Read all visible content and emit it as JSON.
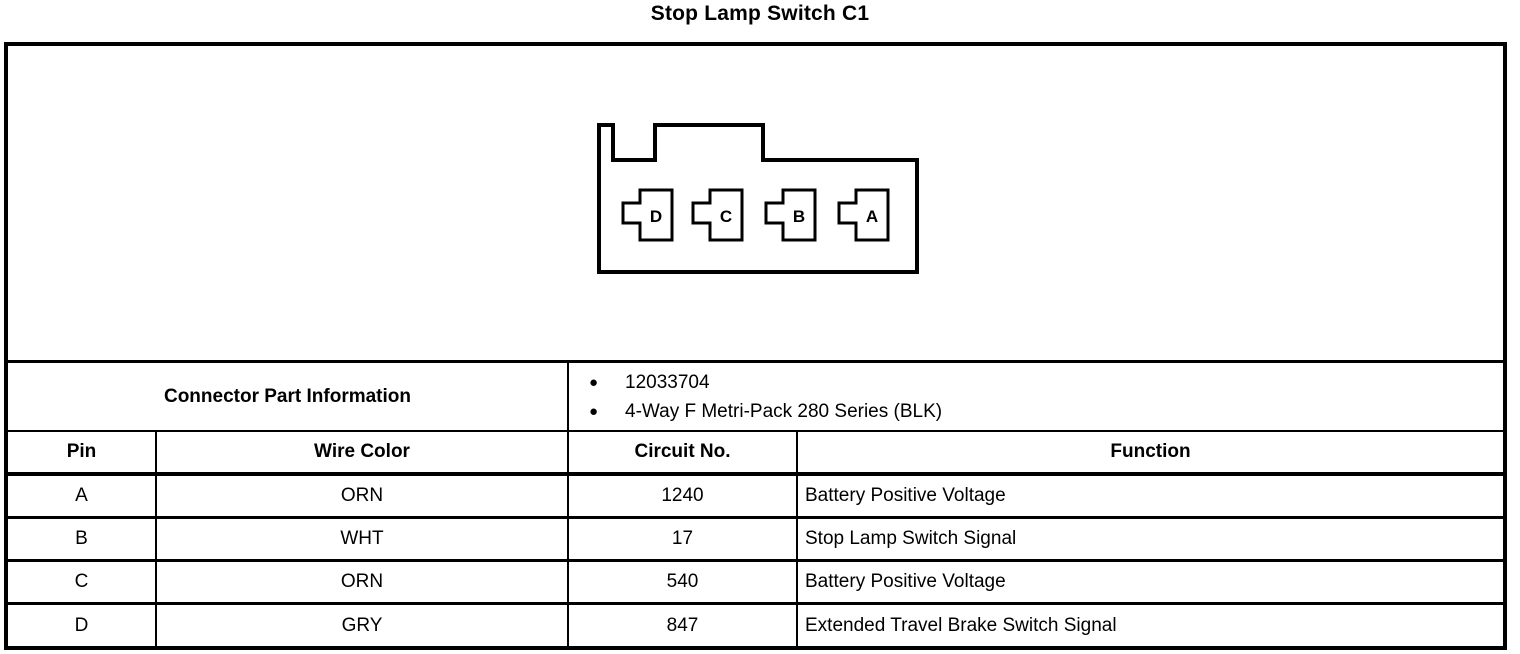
{
  "title": "Stop Lamp Switch C1",
  "connector": {
    "pins": [
      "D",
      "C",
      "B",
      "A"
    ]
  },
  "part_info": {
    "label": "Connector Part Information",
    "bullet_glyph": "●",
    "items": [
      "12033704",
      "4-Way F Metri-Pack 280 Series (BLK)"
    ]
  },
  "table": {
    "headers": [
      "Pin",
      "Wire Color",
      "Circuit No.",
      "Function"
    ],
    "rows": [
      {
        "pin": "A",
        "wire_color": "ORN",
        "circuit_no": "1240",
        "function": "Battery Positive Voltage"
      },
      {
        "pin": "B",
        "wire_color": "WHT",
        "circuit_no": "17",
        "function": "Stop Lamp Switch Signal"
      },
      {
        "pin": "C",
        "wire_color": "ORN",
        "circuit_no": "540",
        "function": "Battery Positive Voltage"
      },
      {
        "pin": "D",
        "wire_color": "GRY",
        "circuit_no": "847",
        "function": "Extended Travel Brake Switch Signal"
      }
    ]
  },
  "colors": {
    "line": "#000000",
    "background": "#ffffff"
  }
}
